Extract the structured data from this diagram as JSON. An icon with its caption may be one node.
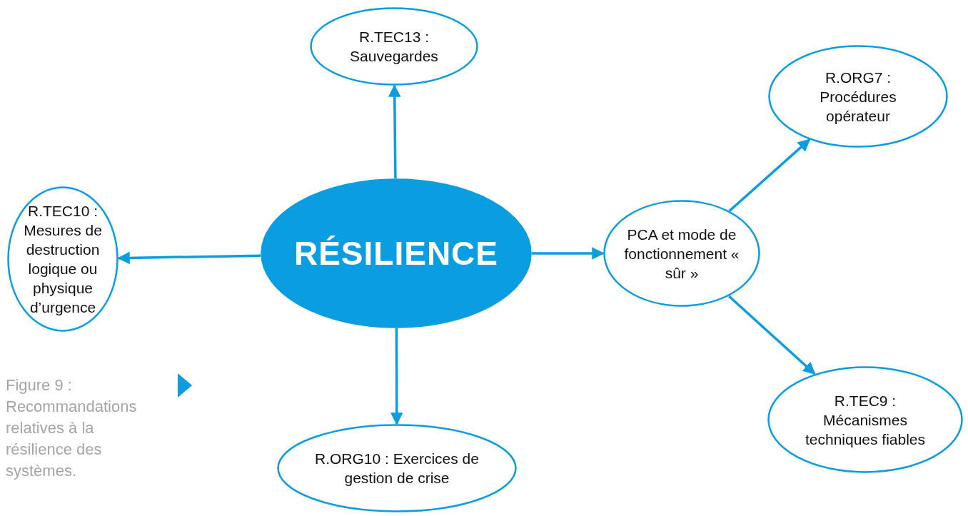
{
  "diagram": {
    "caption": "Figure 9 : Recommandations relatives à la résilience des systèmes.",
    "nodes": [
      {
        "text": [
          "R.TEC13 : Sauvegardes"
        ]
      },
      {
        "text": [
          "R.TEC10 : Mesures de destruction logique ou physique d’urgence"
        ]
      },
      {
        "text": [
          "RÉSILIENCE"
        ]
      },
      {
        "text": [
          "PCA et mode de fonctionnement « sûr »"
        ]
      },
      {
        "text": [
          "R.ORG7 : Procédures opérateur"
        ]
      },
      {
        "text": [
          "R.TEC9 : Mécanismes techniques fiables"
        ]
      },
      {
        "text": [
          "R.ORG10 : Exercices de gestion de crise"
        ]
      }
    ],
    "edges": [
      {
        "from": 2,
        "to": 0,
        "arrow": "to"
      },
      {
        "from": 2,
        "to": 1,
        "arrow": "to"
      },
      {
        "from": 2,
        "to": 3,
        "arrow": "to"
      },
      {
        "from": 2,
        "to": 6,
        "arrow": "to"
      },
      {
        "from": 3,
        "to": 4,
        "arrow": "to"
      },
      {
        "from": 3,
        "to": 5,
        "arrow": "to"
      }
    ]
  }
}
